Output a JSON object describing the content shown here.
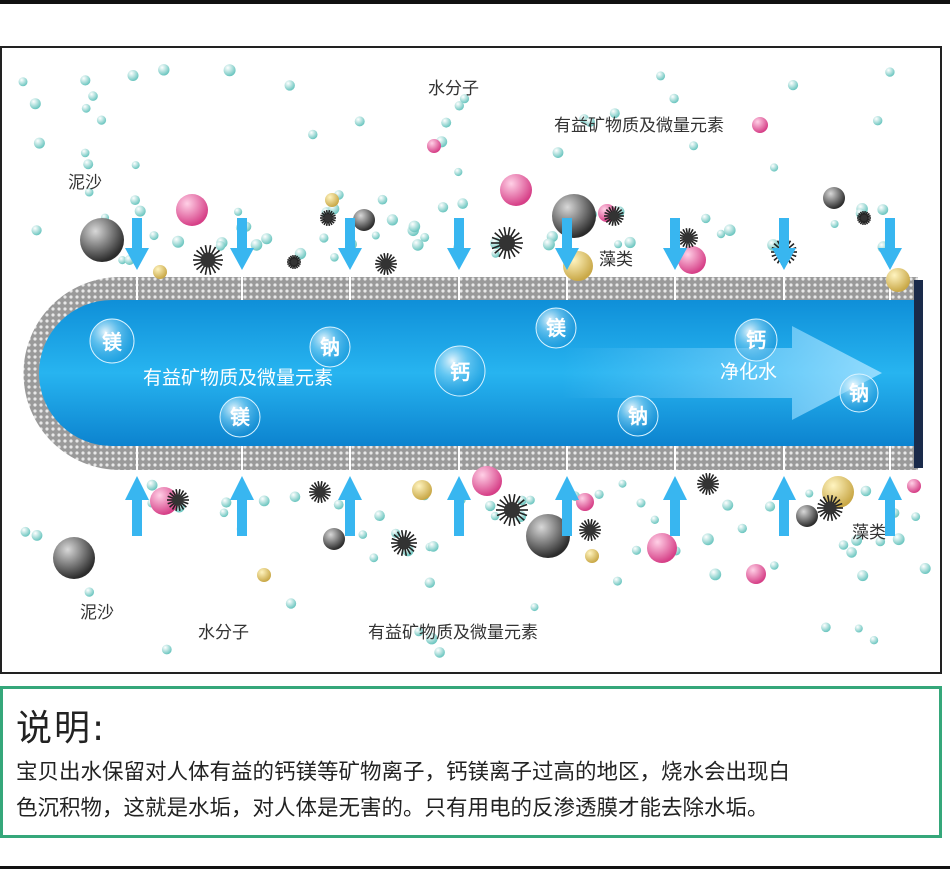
{
  "diagram": {
    "labels": {
      "water_molecule_top": "水分子",
      "minerals_top": "有益矿物质及微量元素",
      "sediment_top": "泥沙",
      "algae_top": "藻类",
      "minerals_in_pipe": "有益矿物质及微量元素",
      "purified_water": "净化水",
      "sediment_bottom": "泥沙",
      "water_molecule_bottom": "水分子",
      "minerals_bottom": "有益矿物质及微量元素",
      "algae_bottom": "藻类"
    },
    "ions": {
      "mg1": "镁",
      "na1": "钠",
      "ca1": "钙",
      "mg2": "镁",
      "mg3": "镁",
      "ca2": "钙",
      "na2": "钠",
      "na3": "钠"
    },
    "colors": {
      "pipe_blue": "#1ea6e8",
      "arrow_blue": "#38b6f0",
      "pink": "#e05a9b",
      "grey_particle": "#555555",
      "water_dot": "#8fd6d2"
    }
  },
  "note": {
    "title": "说明:",
    "line1": "宝贝出水保留对人体有益的钙镁等矿物离子，钙镁离子过高的地区，烧水会出现白",
    "line2": "色沉积物，这就是水垢，对人体是无害的。只有用电的反渗透膜才能去除水垢。"
  }
}
